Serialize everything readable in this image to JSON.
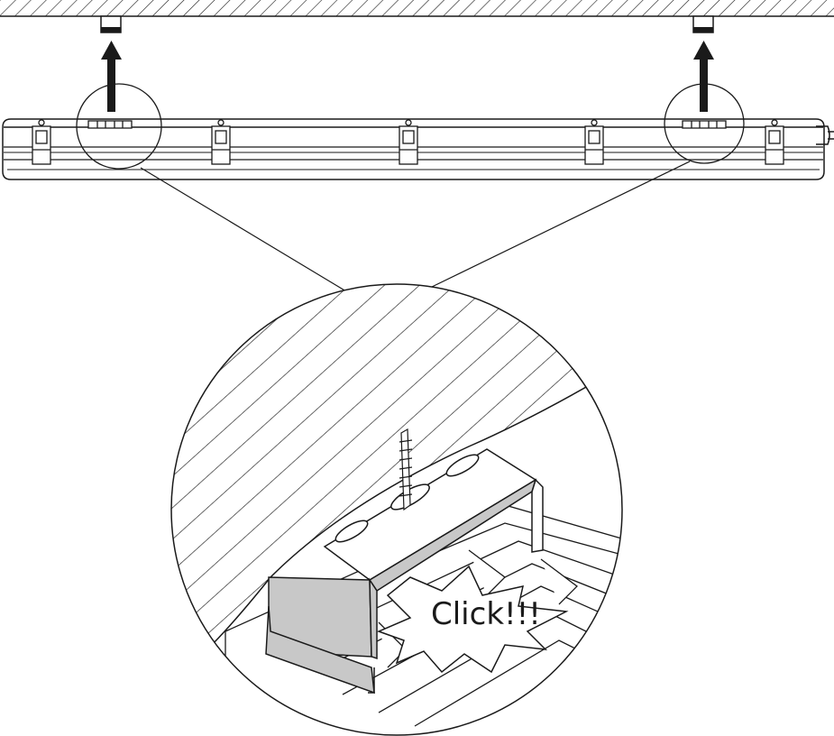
{
  "diagram": {
    "callout_text": "Click!!!",
    "colors": {
      "line": "#1a1a1a",
      "clip_fill": "#c8c8c8",
      "background": "#ffffff",
      "arrow": "#1a1a1a"
    },
    "elements": {
      "ceiling": "hatched-ceiling",
      "ceiling_clips": 2,
      "luminaire": "linear-tube-luminaire",
      "luminaire_latches": 5,
      "direction_arrows": 2,
      "detail_view": "magnified-circle-detail"
    }
  }
}
